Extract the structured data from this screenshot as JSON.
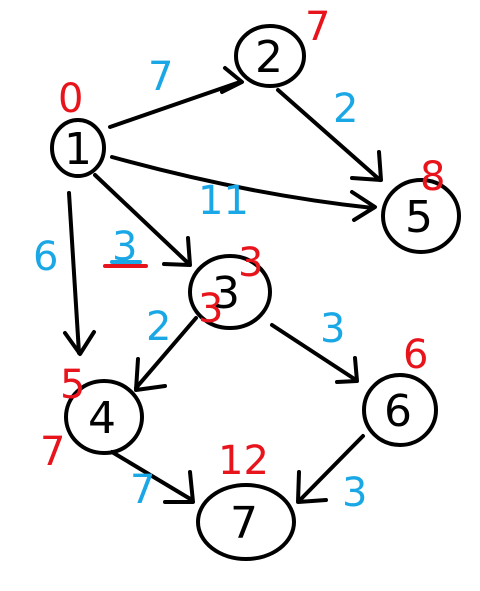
{
  "colors": {
    "node": "#000000",
    "edge": "#000000",
    "weight": "#1aa7e6",
    "distance": "#e8141c"
  },
  "nodes": [
    {
      "id": "1",
      "label": "1",
      "distance": "0"
    },
    {
      "id": "2",
      "label": "2",
      "distance": "7"
    },
    {
      "id": "5",
      "label": "5",
      "distance": "8"
    },
    {
      "id": "3",
      "label": "3",
      "distance": "3"
    },
    {
      "id": "4",
      "label": "4",
      "distance": "5"
    },
    {
      "id": "6",
      "label": "6",
      "distance": "6"
    },
    {
      "id": "7",
      "label": "7",
      "distance": "12"
    }
  ],
  "edges": [
    {
      "from": "1",
      "to": "2",
      "weight": "7"
    },
    {
      "from": "2",
      "to": "5",
      "weight": "2"
    },
    {
      "from": "1",
      "to": "5",
      "weight": "11"
    },
    {
      "from": "1",
      "to": "3",
      "weight": "3"
    },
    {
      "from": "1",
      "to": "4",
      "weight": "6"
    },
    {
      "from": "3",
      "to": "4",
      "weight": "2"
    },
    {
      "from": "3",
      "to": "6",
      "weight": "3"
    },
    {
      "from": "4",
      "to": "7",
      "weight": "7"
    },
    {
      "from": "6",
      "to": "7",
      "weight": "3"
    }
  ],
  "annotations": [
    {
      "id": "node3-overwrite",
      "text": "3"
    },
    {
      "id": "node4-overwrite",
      "text": "7"
    }
  ]
}
